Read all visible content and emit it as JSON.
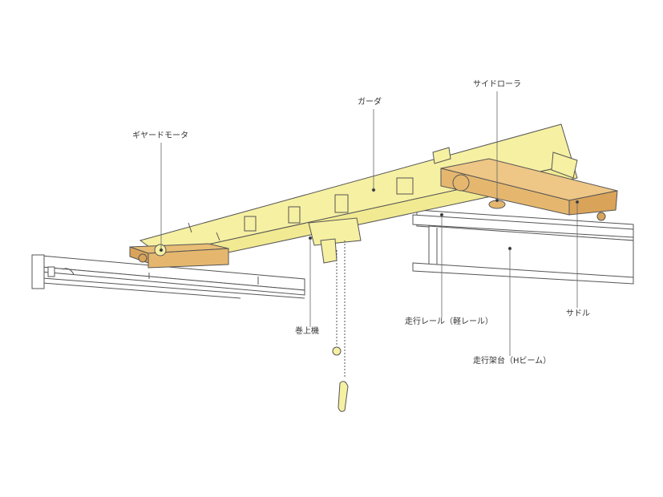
{
  "labels": {
    "side_roller": "サイドローラ",
    "girder": "ガーダ",
    "geared_motor": "ギヤードモータ",
    "hoist": "巻上機",
    "runway_rail": "走行レール（軽レール）",
    "saddle": "サドル",
    "runway_beam": "走行架台（Hビーム）"
  },
  "colors": {
    "girder": "#f6f0a2",
    "saddle": "#e5b76e",
    "outline": "#555555",
    "leader": "#666666"
  }
}
